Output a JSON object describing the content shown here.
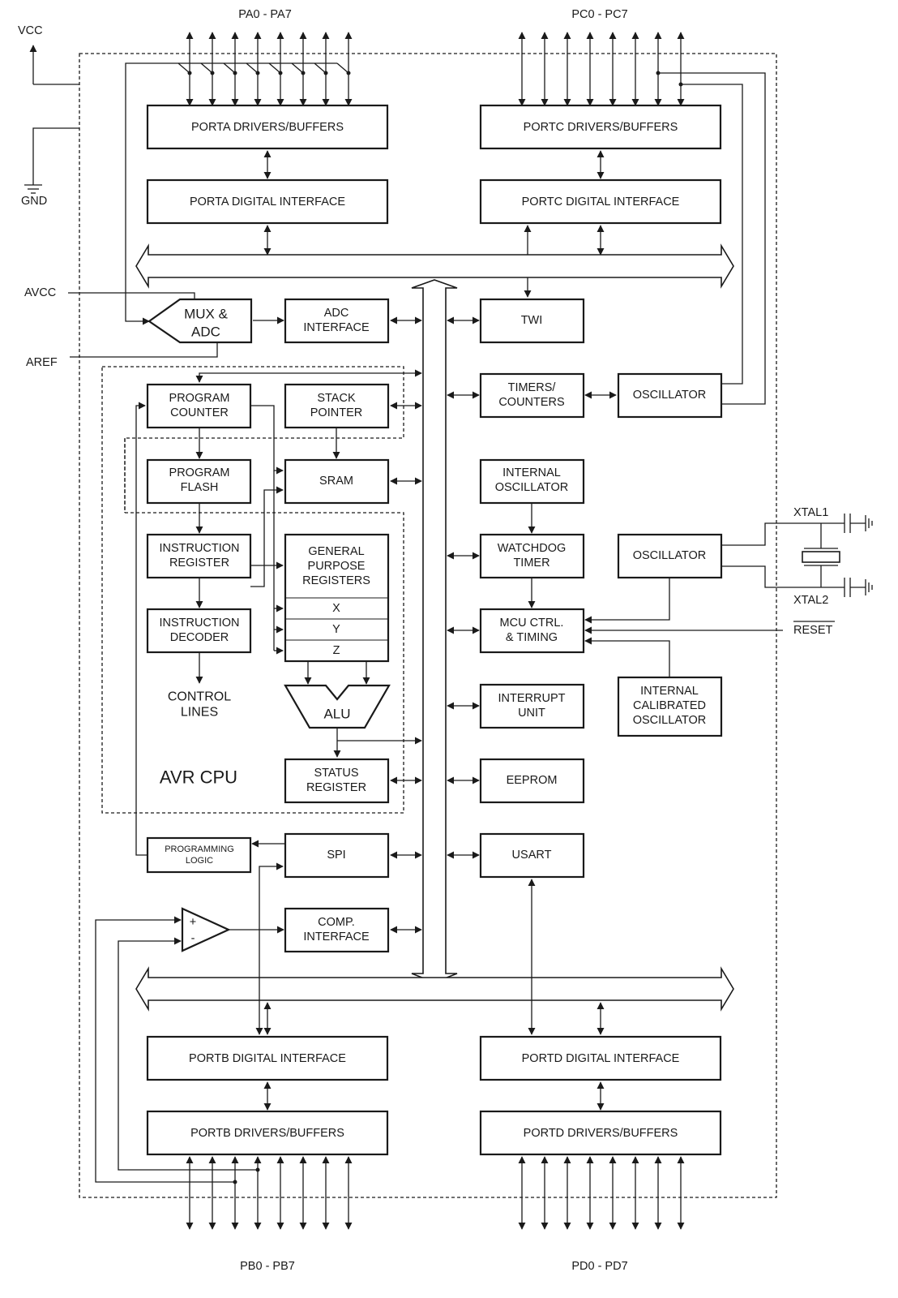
{
  "pins": {
    "vcc": "VCC",
    "gnd": "GND",
    "avcc": "AVCC",
    "aref": "AREF",
    "xtal1": "XTAL1",
    "xtal2": "XTAL2",
    "reset": "RESET",
    "pa": "PA0 - PA7",
    "pc": "PC0 - PC7",
    "pb": "PB0 - PB7",
    "pd": "PD0 - PD7"
  },
  "blocks": {
    "porta_drivers": "PORTA DRIVERS/BUFFERS",
    "porta_digital": "PORTA DIGITAL INTERFACE",
    "portc_drivers": "PORTC DRIVERS/BUFFERS",
    "portc_digital": "PORTC DIGITAL INTERFACE",
    "mux_adc": [
      "MUX &",
      "ADC"
    ],
    "adc_interface": [
      "ADC",
      "INTERFACE"
    ],
    "twi": "TWI",
    "program_counter": [
      "PROGRAM",
      "COUNTER"
    ],
    "stack_pointer": [
      "STACK",
      "POINTER"
    ],
    "timers_counters": [
      "TIMERS/",
      "COUNTERS"
    ],
    "oscillator_top": "OSCILLATOR",
    "program_flash": [
      "PROGRAM",
      "FLASH"
    ],
    "sram": "SRAM",
    "internal_oscillator": [
      "INTERNAL",
      "OSCILLATOR"
    ],
    "instruction_register": [
      "INSTRUCTION",
      "REGISTER"
    ],
    "gp_registers": [
      "GENERAL",
      "PURPOSE",
      "REGISTERS"
    ],
    "reg_x": "X",
    "reg_y": "Y",
    "reg_z": "Z",
    "watchdog_timer": [
      "WATCHDOG",
      "TIMER"
    ],
    "oscillator_mid": "OSCILLATOR",
    "instruction_decoder": [
      "INSTRUCTION",
      "DECODER"
    ],
    "mcu_ctrl": [
      "MCU CTRL.",
      "& TIMING"
    ],
    "control_lines": [
      "CONTROL",
      "LINES"
    ],
    "alu": "ALU",
    "interrupt_unit": [
      "INTERRUPT",
      "UNIT"
    ],
    "internal_calibrated_oscillator": [
      "INTERNAL",
      "CALIBRATED",
      "OSCILLATOR"
    ],
    "avr_cpu": "AVR CPU",
    "status_register": [
      "STATUS",
      "REGISTER"
    ],
    "eeprom": "EEPROM",
    "programming_logic": [
      "PROGRAMMING",
      "LOGIC"
    ],
    "spi": "SPI",
    "usart": "USART",
    "comparator_plus": "+",
    "comparator_minus": "-",
    "comp_interface": [
      "COMP.",
      "INTERFACE"
    ],
    "portb_digital": "PORTB DIGITAL INTERFACE",
    "portb_drivers": "PORTB DRIVERS/BUFFERS",
    "portd_digital": "PORTD DIGITAL INTERFACE",
    "portd_drivers": "PORTD DRIVERS/BUFFERS"
  }
}
